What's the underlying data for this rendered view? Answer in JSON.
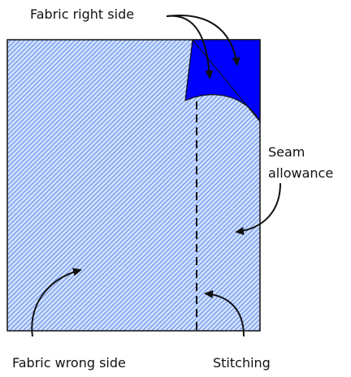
{
  "labels": {
    "right_side": "Fabric right side",
    "seam_allowance_line1": "Seam",
    "seam_allowance_line2": "allowance",
    "wrong_side": "Fabric wrong side",
    "stitching": "Stitching"
  },
  "colors": {
    "fabric_hatch_light": "#cfe0ff",
    "fabric_hatch_dark": "#5f87e6",
    "right_side_fill": "#0000ff",
    "outline": "#111111",
    "background": "#ffffff"
  }
}
